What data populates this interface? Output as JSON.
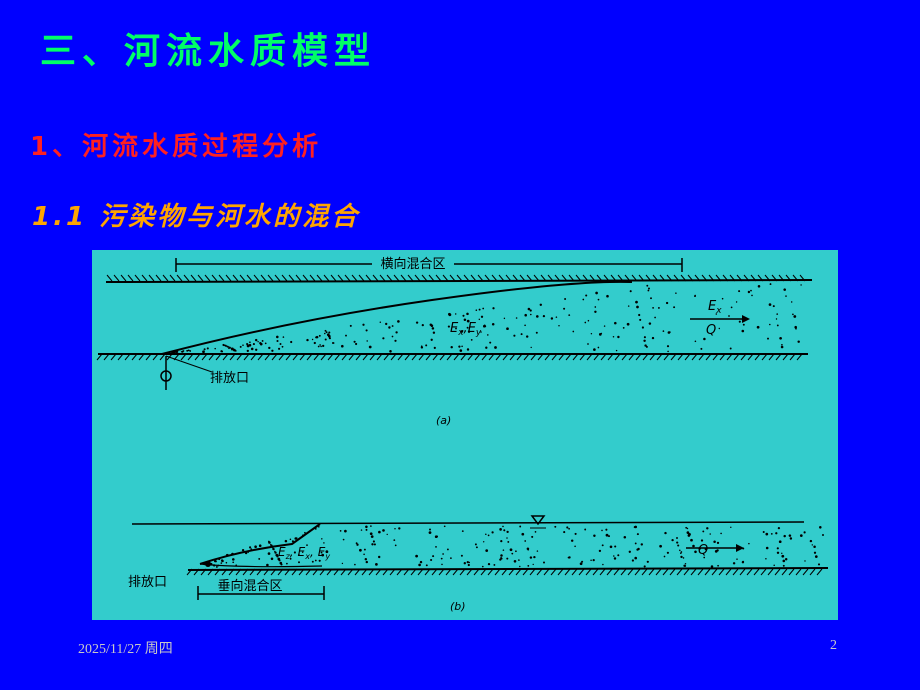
{
  "slide": {
    "title": "三、河流水质模型",
    "subtitle1": "1、河流水质过程分析",
    "subtitle2": "1.1 污染物与河水的混合"
  },
  "figure": {
    "panel_a": {
      "zone_label": "横向混合区",
      "coef_label": "E",
      "coef_sub": "x",
      "coef_label2": "E",
      "coef_sub2": "y",
      "right_e": "E",
      "right_e_sub": "x",
      "flow_label": "Q",
      "outfall_label": "排放口",
      "caption": "(a)"
    },
    "panel_b": {
      "zone_label": "垂向混合区",
      "coef_text": "E",
      "coef_sub_z": "z",
      "coef_sub_x": "x",
      "coef_sub_y": "y",
      "flow_label": "Q",
      "outfall_label": "排放口",
      "caption": "(b)"
    }
  },
  "footer": {
    "date": "2025/11/27 周四",
    "page": "2"
  },
  "colors": {
    "background": "#0000FF",
    "title": "#00FF66",
    "subtitle1": "#FF2020",
    "subtitle2": "#FFA500",
    "figure_bg": "#33CCCC"
  }
}
